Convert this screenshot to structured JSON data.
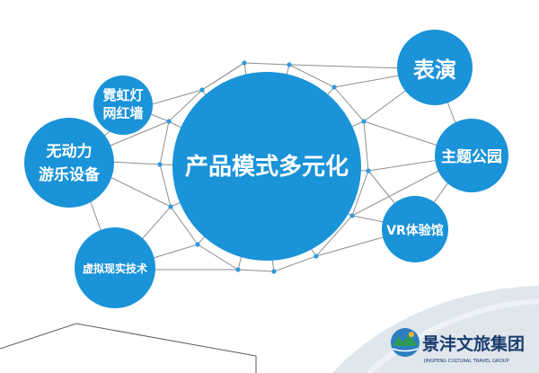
{
  "diagram": {
    "center_label": "产品模式多元化",
    "nodes": [
      {
        "id": "rainbow-wall",
        "lines": [
          "霓虹灯",
          "网红墙"
        ]
      },
      {
        "id": "unpowered-rides",
        "lines": [
          "无动力",
          "游乐设备"
        ]
      },
      {
        "id": "virtual-reality",
        "lines": [
          "虚拟现实技术"
        ]
      },
      {
        "id": "performance",
        "lines": [
          "表演"
        ]
      },
      {
        "id": "theme-park",
        "lines": [
          "主题公园"
        ]
      },
      {
        "id": "vr-experience",
        "lines": [
          "VR体验馆"
        ]
      }
    ]
  },
  "logo": {
    "name": "景沣文旅集团",
    "subtitle": "JINGFENG CULTURAL TRAVEL GROUP"
  },
  "colors": {
    "node_blue": "#1a93d8",
    "mesh_line": "#8f8f8f",
    "dot_blue": "#2c9be0",
    "wave_light": "#c9d3dc",
    "logo_text": "#1a3d6e"
  }
}
